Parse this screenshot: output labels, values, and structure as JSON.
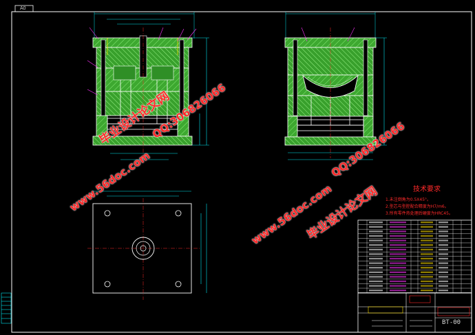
{
  "sheet": {
    "label": "A0"
  },
  "technical_requirements": {
    "title": "技术要求",
    "items": [
      "1.未注倒角为0.5X45°。",
      "2.型芯与型腔配合精度为H7/m6。",
      "3.所有零件热处理后硬度为HRC45。"
    ]
  },
  "watermarks": [
    "毕业设计论文网",
    "QQ:306826066",
    "www.56doc.com"
  ],
  "title_block": {
    "drawing_number": "BT-00"
  },
  "colors": {
    "background": "#000000",
    "outline": "#ffffff",
    "green_hatch": "#4fbf3a",
    "cyan": "#00e5ee",
    "red": "#ff2a2a",
    "magenta": "#ff33ff",
    "yellow": "#ffe000",
    "watermark_red": "#ff2a2a"
  }
}
